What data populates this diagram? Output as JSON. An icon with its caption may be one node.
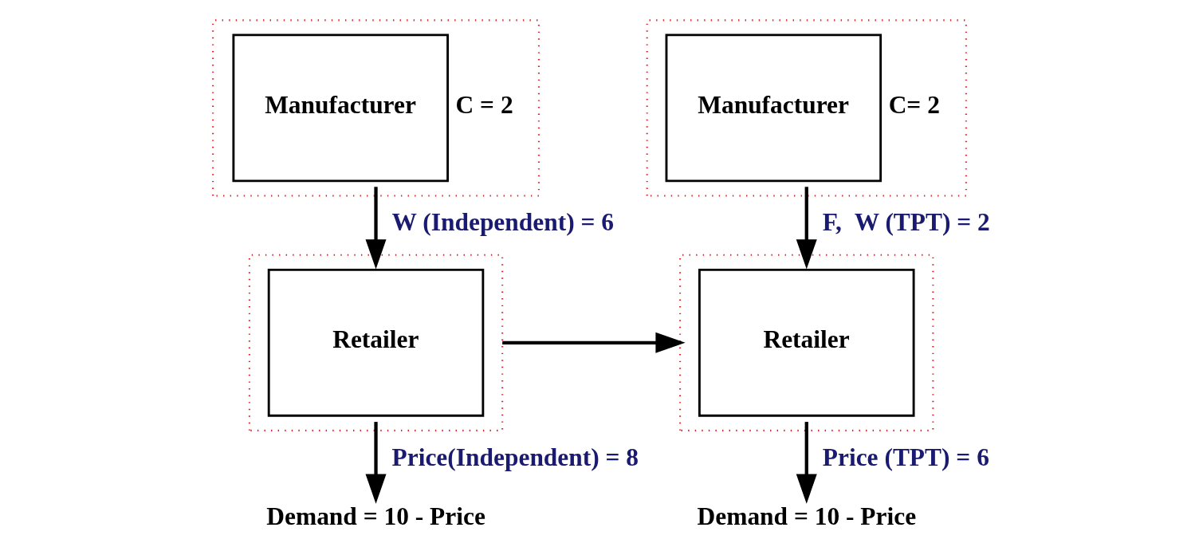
{
  "diagram": {
    "nodes": [
      {
        "text": [],
        "shape": "box"
      },
      {
        "text": [
          "Manufacturer"
        ],
        "in": 0,
        "beside": [
          "C = 2"
        ]
      },
      {
        "text": [],
        "shape": "box"
      },
      {
        "text": [
          "Retailer"
        ],
        "in": 2
      },
      {
        "text": [
          "Demand = 10 - Price"
        ]
      },
      {
        "text": [],
        "shape": "box"
      },
      {
        "text": [
          "Manufacturer"
        ],
        "in": 5,
        "beside": [
          "C= 2"
        ]
      },
      {
        "text": [],
        "shape": "box"
      },
      {
        "text": [
          "Retailer"
        ],
        "in": 7
      },
      {
        "text": [
          "Demand = 10 - Price"
        ]
      }
    ],
    "edges": [
      {
        "from": 1,
        "to": 3,
        "arrow": "to",
        "label": "W (Independent) = 6"
      },
      {
        "from": 3,
        "to": 4,
        "arrow": "to",
        "label": "Price(Independent) = 8"
      },
      {
        "from": 2,
        "to": 7,
        "arrow": "to"
      },
      {
        "from": 6,
        "to": 8,
        "arrow": "to",
        "label": "F,  W (TPT) = 2"
      },
      {
        "from": 8,
        "to": 9,
        "arrow": "to",
        "label": "Price (TPT) = 6"
      }
    ]
  }
}
